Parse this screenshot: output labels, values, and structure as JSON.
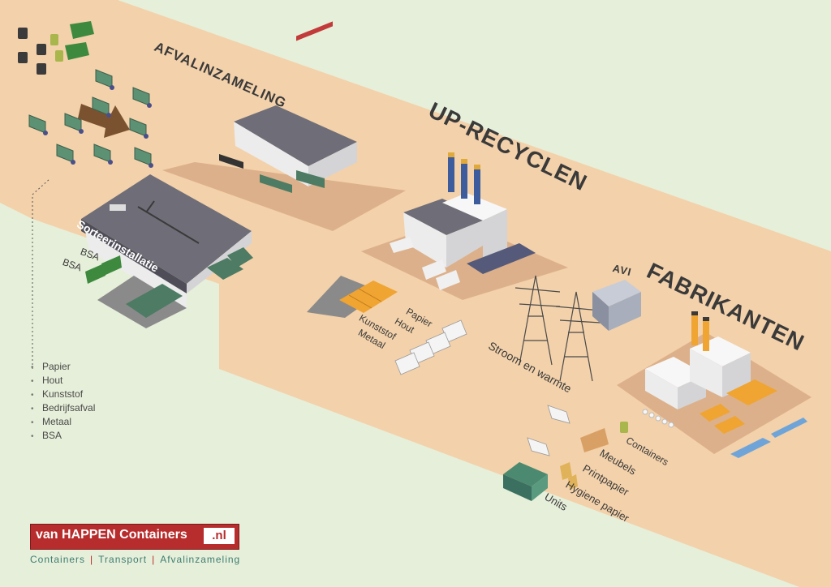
{
  "stages": {
    "collection": "AFVALINZAMELING",
    "recycle": "UP-RECYCLEN",
    "avi": "AVI",
    "manufacturers": "FABRIKANTEN"
  },
  "sorting_plant": {
    "name": "Sorteerinstallatie",
    "bsa_1": "BSA",
    "bsa_2": "BSA"
  },
  "recycle_outputs": [
    "Papier",
    "Hout",
    "Kunststof",
    "Metaal"
  ],
  "energy_label": "Stroom en warmte",
  "products": [
    "Containers",
    "Meubels",
    "Printpapier",
    "Hygiene papier",
    "Units"
  ],
  "waste_types": [
    "Papier",
    "Hout",
    "Kunststof",
    "Bedrijfsafval",
    "Metaal",
    "BSA"
  ],
  "brand": {
    "name": "van HAPPEN Containers",
    "tld": ".nl",
    "tagline": [
      "Containers",
      "Transport",
      "Afvalinzameling"
    ]
  },
  "colors": {
    "background": "#e6efd9",
    "band": "#f3d1aa",
    "roof": "#6f6e78",
    "truck": "#5d9174",
    "brand_red": "#b72c2c",
    "tagline": "#3d7d73",
    "container_orange": "#f0a431"
  }
}
